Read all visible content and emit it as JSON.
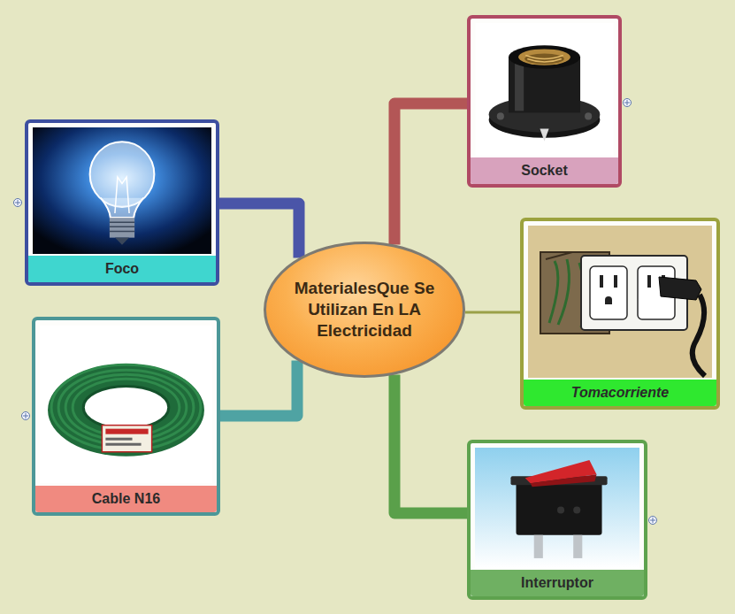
{
  "diagram": {
    "nodes": [
      {
        "text": [
          "Socket"
        ]
      },
      {
        "text": [
          "Foco"
        ]
      },
      {
        "text": [
          "Tomacorriente"
        ]
      },
      {
        "text": [
          "MaterialesQue Se Utilizan En LA Electricidad"
        ]
      },
      {
        "text": [
          "Cable N16"
        ]
      },
      {
        "text": [
          "Interruptor"
        ]
      }
    ],
    "edges": [
      {
        "from": 3,
        "to": 0,
        "arrow": "none"
      },
      {
        "from": 3,
        "to": 1,
        "arrow": "none"
      },
      {
        "from": 3,
        "to": 2,
        "arrow": "none"
      },
      {
        "from": 3,
        "to": 4,
        "arrow": "none"
      },
      {
        "from": 3,
        "to": 5,
        "arrow": "none"
      }
    ]
  }
}
